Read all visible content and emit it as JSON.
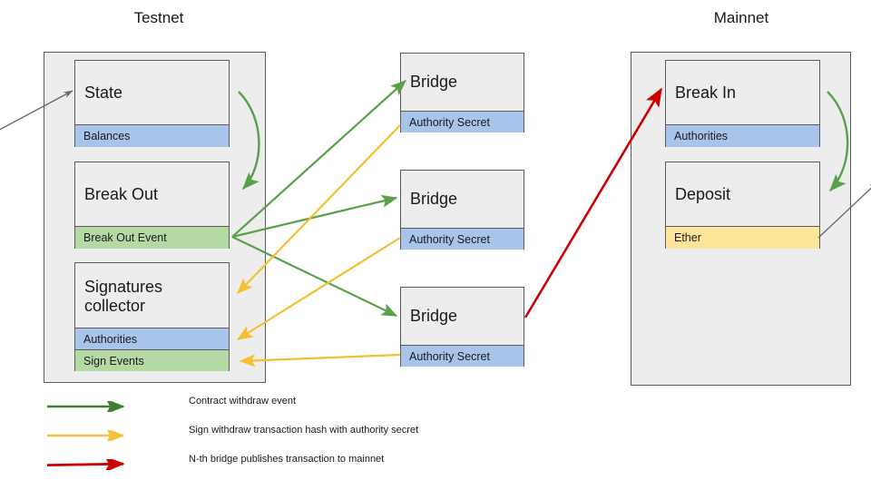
{
  "diagram": {
    "title_testnet": "Testnet",
    "title_mainnet": "Mainnet"
  },
  "testnet": {
    "label": "Testnet",
    "cards": [
      {
        "name": "state",
        "title": "State",
        "rows": [
          {
            "label": "Balances",
            "color": "blue"
          }
        ]
      },
      {
        "name": "break-out",
        "title": "Break Out",
        "rows": [
          {
            "label": "Break Out Event",
            "color": "green"
          }
        ]
      },
      {
        "name": "signatures-collector",
        "title": "Signatures\ncollector",
        "rows": [
          {
            "label": "Authorities",
            "color": "blue"
          },
          {
            "label": "Sign Events",
            "color": "green"
          }
        ]
      }
    ]
  },
  "bridges": [
    {
      "name": "bridge-1",
      "title": "Bridge",
      "rows": [
        {
          "label": "Authority Secret",
          "color": "blue"
        }
      ]
    },
    {
      "name": "bridge-2",
      "title": "Bridge",
      "rows": [
        {
          "label": "Authority Secret",
          "color": "blue"
        }
      ]
    },
    {
      "name": "bridge-3",
      "title": "Bridge",
      "rows": [
        {
          "label": "Authority Secret",
          "color": "blue"
        }
      ]
    }
  ],
  "mainnet": {
    "label": "Mainnet",
    "cards": [
      {
        "name": "break-in",
        "title": "Break In",
        "rows": [
          {
            "label": "Authorities",
            "color": "blue"
          }
        ]
      },
      {
        "name": "deposit",
        "title": "Deposit",
        "rows": [
          {
            "label": "Ether",
            "color": "yellow"
          }
        ]
      }
    ]
  },
  "legend": {
    "items": [
      {
        "name": "legend-contract-withdraw-event",
        "label": "Contract withdraw event",
        "color": "#3f7c2f"
      },
      {
        "name": "legend-sign-withdraw-hash",
        "label": "Sign withdraw transaction hash with authority secret",
        "color": "#f3c13a"
      },
      {
        "name": "legend-nth-bridge-publishes",
        "label": "N-th bridge publishes transaction to mainnet",
        "color": "#cc0000"
      }
    ]
  },
  "colors": {
    "green_arrow": "#5aa04a",
    "yellow_arrow": "#f5bf2e",
    "red_arrow": "#cc0000",
    "gray_arrow": "#666666",
    "panel_fill": "#ededed",
    "card_border": "#5c5c5c",
    "row_blue": "#a9c4eb",
    "row_green": "#b5d9a5",
    "row_yellow": "#ffe599"
  }
}
